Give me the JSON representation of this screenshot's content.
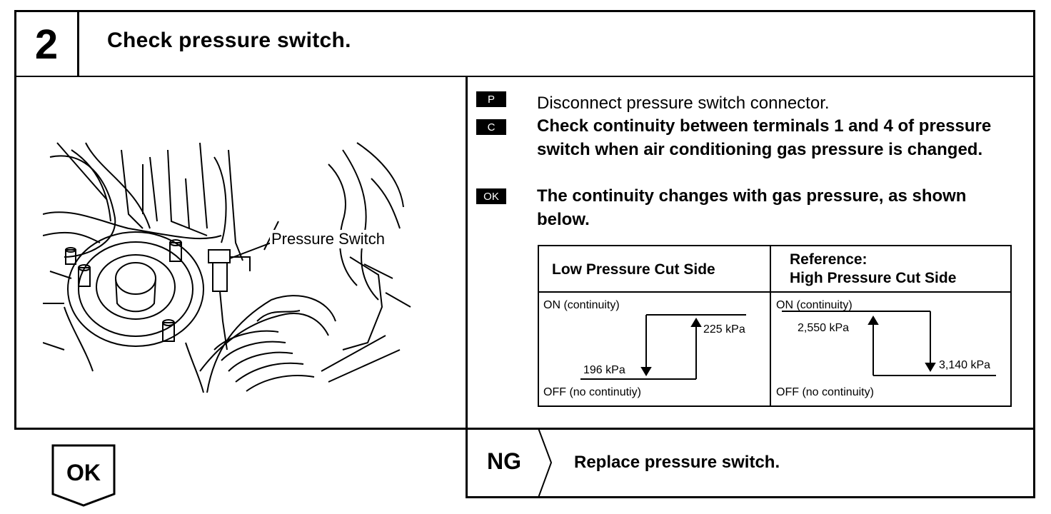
{
  "step": {
    "number": "2",
    "title": "Check pressure switch."
  },
  "illustration": {
    "callout": "Pressure Switch"
  },
  "instructions": [
    {
      "badge": "P",
      "text": "Disconnect pressure switch connector.",
      "bold": false
    },
    {
      "badge": "C",
      "text": "Check continuity between terminals 1 and 4 of pressure switch when air conditioning gas pressure is changed.",
      "bold": true
    },
    {
      "badge": "OK",
      "text": "The continuity changes with gas pressure, as shown below.",
      "bold": true
    }
  ],
  "table": {
    "left": {
      "header": "Low Pressure Cut Side",
      "on_label": "ON (continuity)",
      "off_label": "OFF (no continutiy)",
      "rise_value": "225 kPa",
      "fall_value": "196 kPa"
    },
    "right": {
      "header_line1": "Reference:",
      "header_line2": "High Pressure Cut Side",
      "on_label": "ON (continuity)",
      "off_label": "OFF (no continuity)",
      "rise_value": "2,550 kPa",
      "fall_value": "3,140 kPa"
    }
  },
  "result_ok": {
    "label": "OK"
  },
  "result_ng": {
    "label": "NG",
    "action": "Replace pressure switch."
  }
}
